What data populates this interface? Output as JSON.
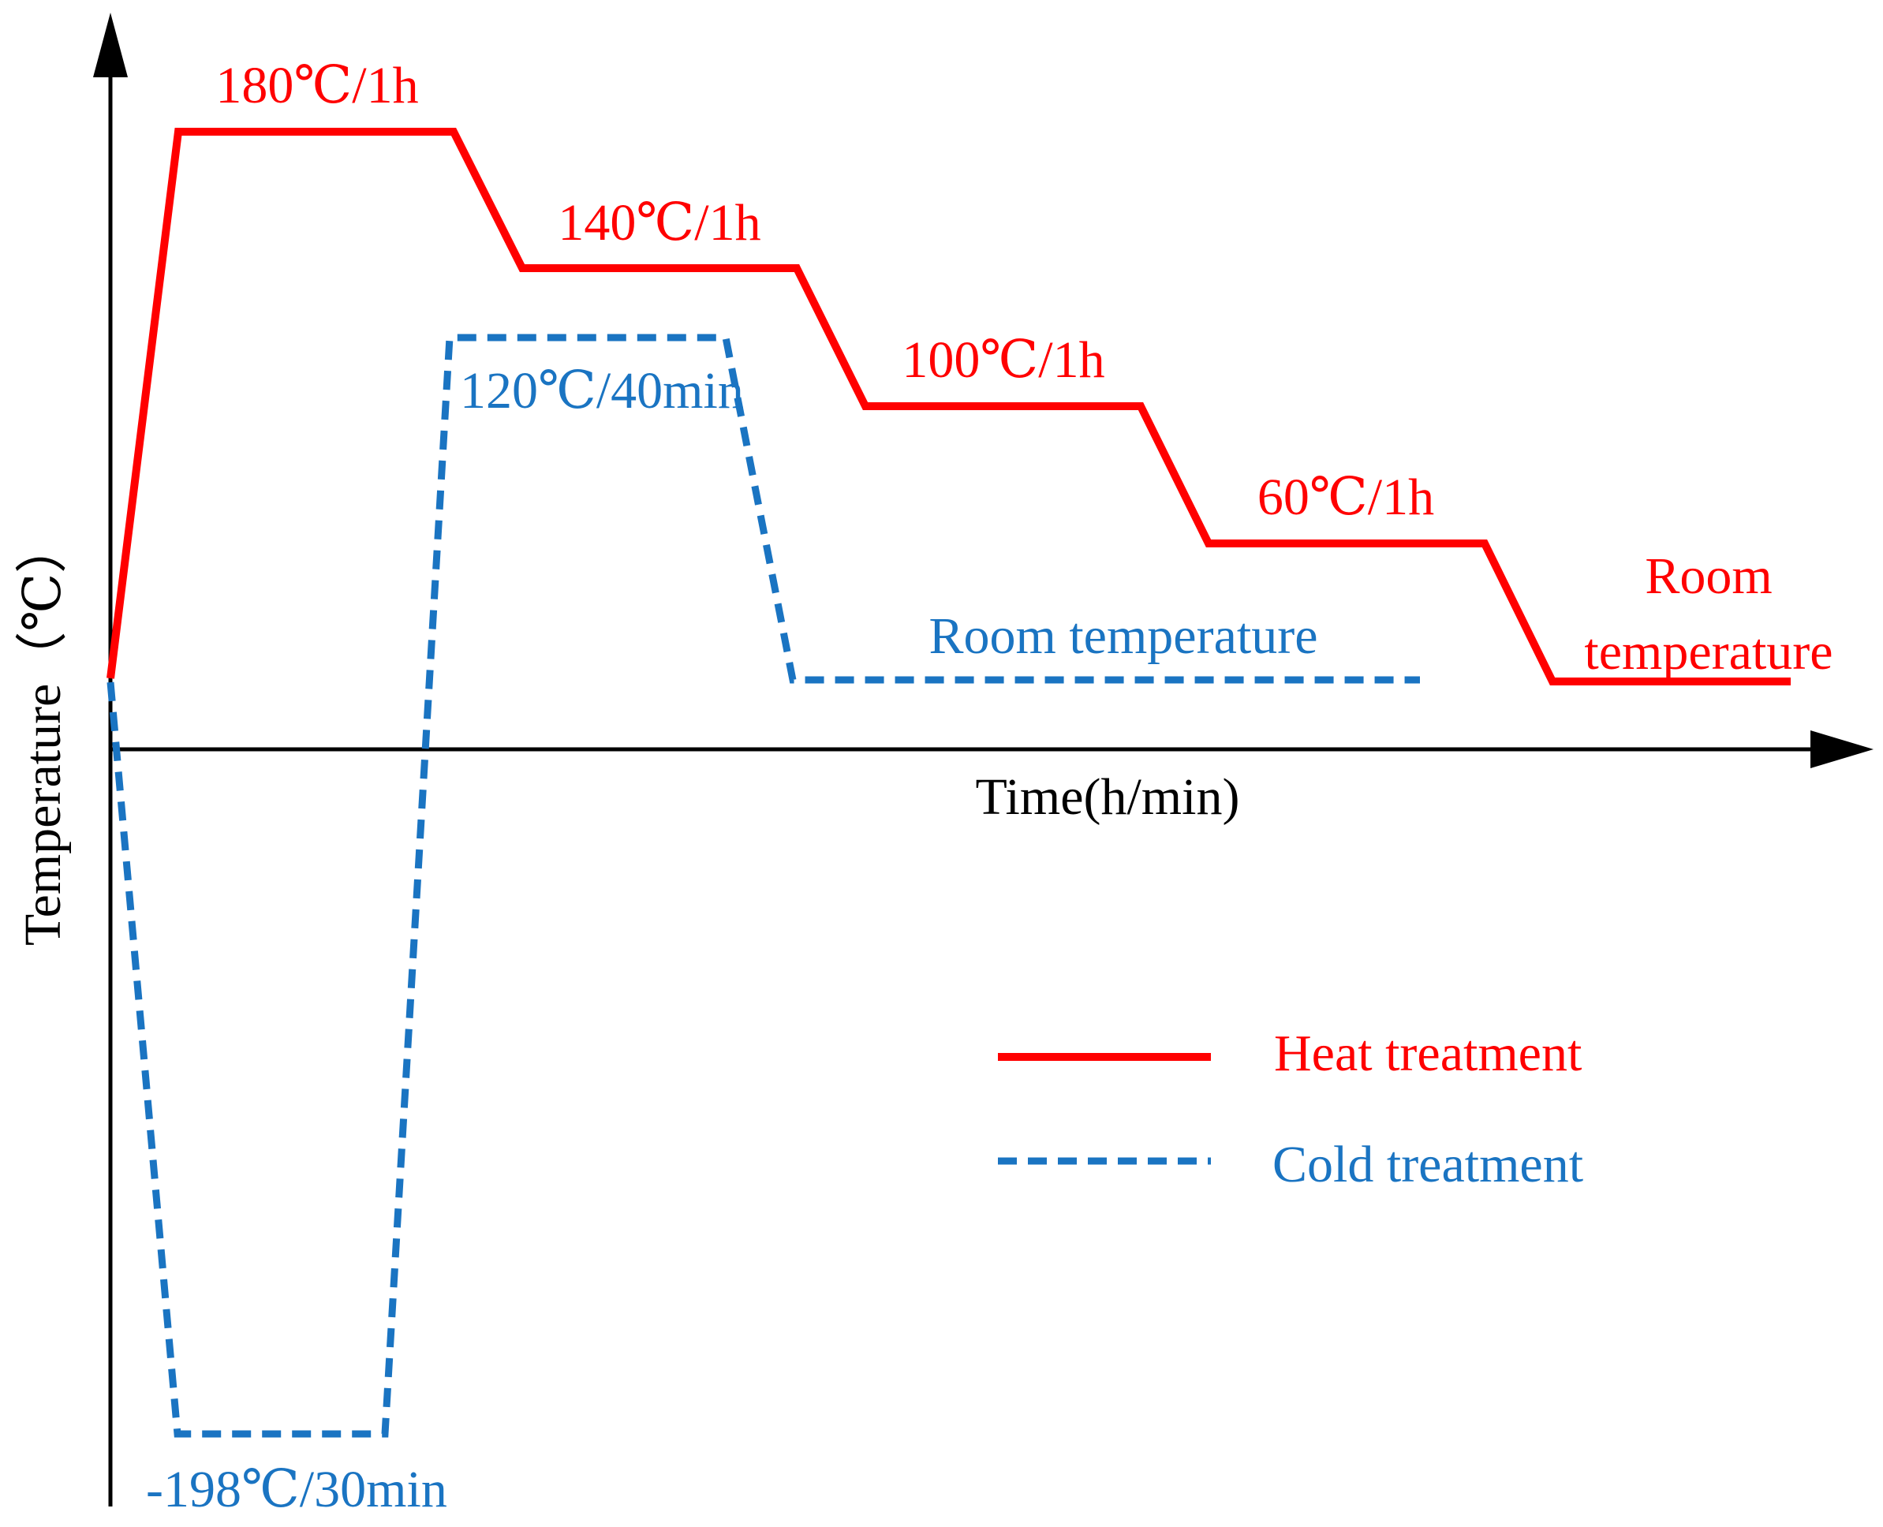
{
  "axes": {
    "x_label": "Time(h/min)",
    "y_label": "Temperature（℃）"
  },
  "legend": {
    "heat_label": "Heat treatment",
    "cold_label": "Cold treatment"
  },
  "heat_treatment": {
    "color": "#ff0000",
    "line_style": "solid",
    "stages": [
      "180℃/1h",
      "140℃/1h",
      "100℃/1h",
      "60℃/1h"
    ],
    "final_stage_line1": "Room",
    "final_stage_line2": "temperature"
  },
  "cold_treatment": {
    "color": "#1a74c2",
    "line_style": "dashed",
    "low_stage": "-198℃/30min",
    "high_stage": "120℃/40min",
    "final_stage": "Room temperature"
  },
  "colors": {
    "axis": "#000000",
    "heat": "#ff0000",
    "cold": "#1a74c2"
  }
}
